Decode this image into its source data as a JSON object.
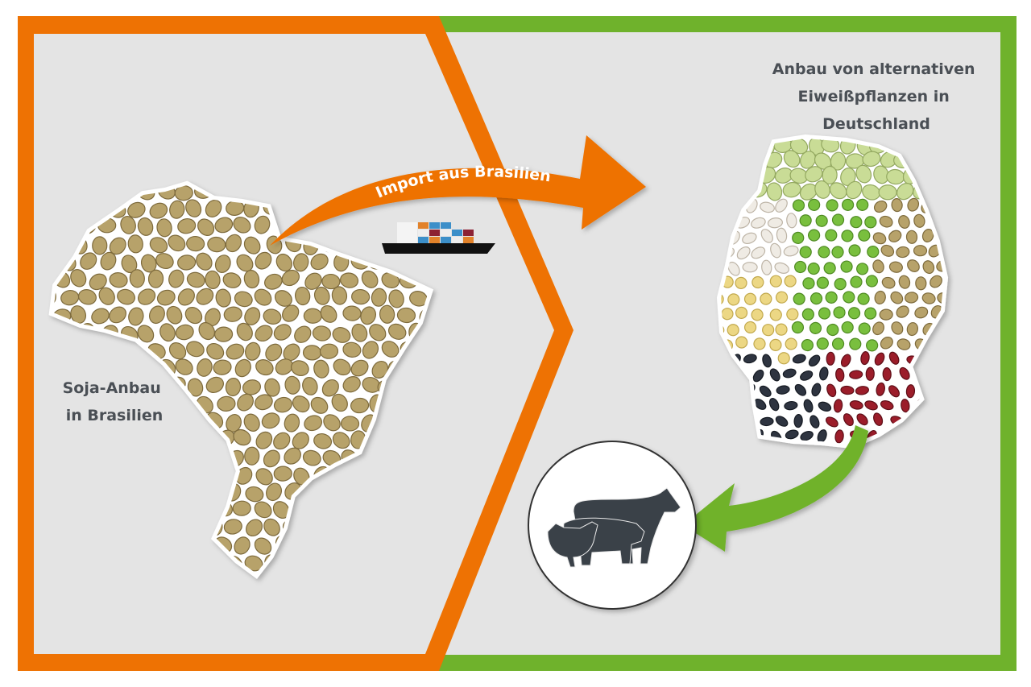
{
  "labels": {
    "brazil_line1": "Soja-Anbau",
    "brazil_line2": "in Brasilien",
    "germany_line1": "Anbau von alternativen",
    "germany_line2": "Eiweißpflanzen in",
    "germany_line3": "Deutschland",
    "import_arrow": "Import aus Brasilien"
  },
  "colors": {
    "orange": "#ee7203",
    "green": "#6fb22c",
    "background": "#e4e4e4",
    "soy": "#b7a26a",
    "text": "#4a4f55",
    "animals": "#3a4148"
  }
}
